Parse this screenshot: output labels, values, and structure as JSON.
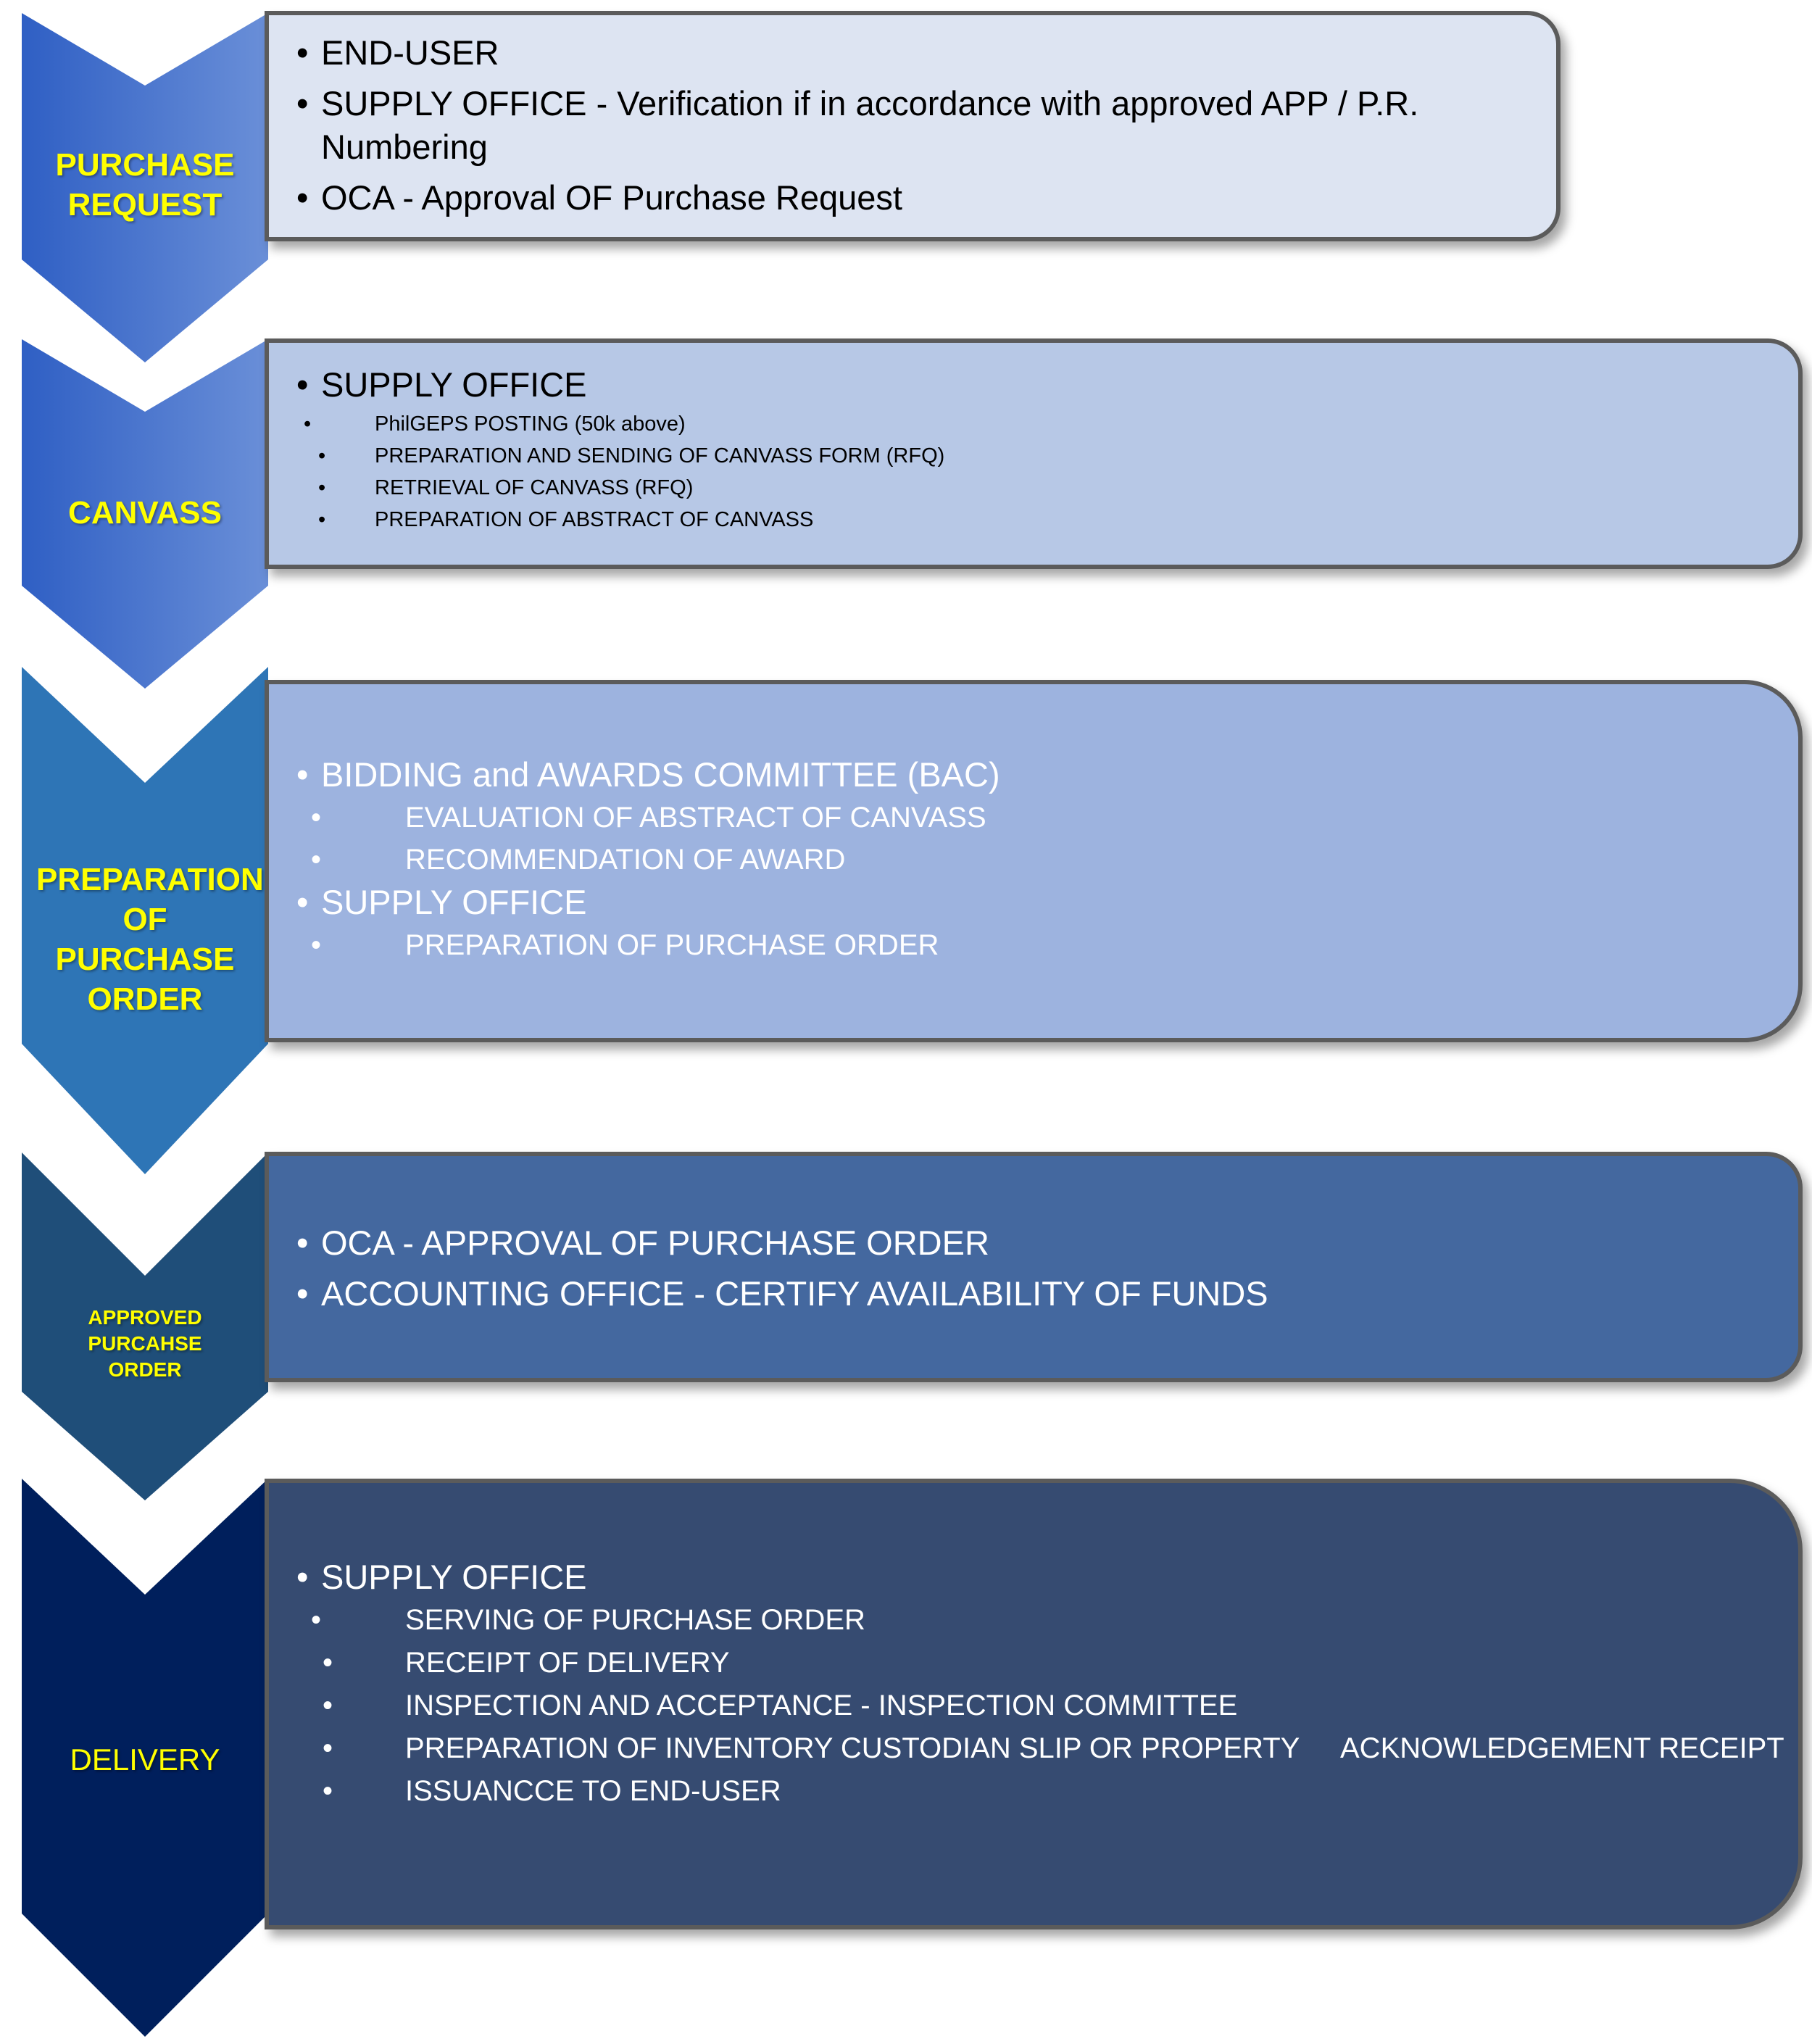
{
  "colors": {
    "stage_yellow": "#ffff00",
    "border_gray": "#5b5b5b"
  },
  "stages": [
    {
      "label": "PURCHASE REQUEST",
      "chevron_color": "#4472c4",
      "box_color": "#dde4f2",
      "text_color": "#000000",
      "main_items": [
        "END-USER",
        "SUPPLY OFFICE - Verification if in accordance with approved APP / P.R. Numbering",
        "OCA - Approval OF Purchase Request"
      ]
    },
    {
      "label": "CANVASS",
      "chevron_color": "#4472c4",
      "box_color": "#b7c8e6",
      "text_color": "#000000",
      "main_items": [
        "SUPPLY OFFICE"
      ],
      "sub_items": [
        "PhilGEPS POSTING  (50k above)",
        "PREPARATION AND SENDING OF CANVASS FORM (RFQ)",
        "RETRIEVAL OF CANVASS (RFQ)",
        "PREPARATION OF ABSTRACT OF CANVASS"
      ]
    },
    {
      "label": "PREPARATION OF PURCHASE ORDER",
      "chevron_color": "#2e75b6",
      "box_color": "#9db3df",
      "text_color": "#ffffff",
      "groups": [
        {
          "title": "BIDDING and AWARDS COMMITTEE (BAC)",
          "items": [
            "EVALUATION OF ABSTRACT OF CANVASS",
            "RECOMMENDATION OF AWARD"
          ]
        },
        {
          "title": "SUPPLY OFFICE",
          "items": [
            "PREPARATION OF PURCHASE ORDER"
          ]
        }
      ]
    },
    {
      "label": "APPROVED PURCAHSE ORDER",
      "chevron_color": "#1f4e79",
      "box_color": "#44689f",
      "text_color": "#ffffff",
      "main_items": [
        "OCA - APPROVAL OF PURCHASE ORDER",
        "ACCOUNTING OFFICE - CERTIFY AVAILABILITY OF FUNDS"
      ]
    },
    {
      "label": "DELIVERY",
      "chevron_color": "#001f5c",
      "box_color": "#364b71",
      "text_color": "#ffffff",
      "groups": [
        {
          "title": "SUPPLY OFFICE",
          "items": [
            "SERVING OF PURCHASE ORDER",
            "RECEIPT OF DELIVERY",
            "INSPECTION AND ACCEPTANCE - INSPECTION COMMITTEE",
            "PREPARATION OF INVENTORY CUSTODIAN SLIP OR PROPERTY",
            "ISSUANCCE TO END-USER"
          ],
          "trailing_text": "ACKNOWLEDGEMENT RECEIPT"
        }
      ]
    }
  ]
}
